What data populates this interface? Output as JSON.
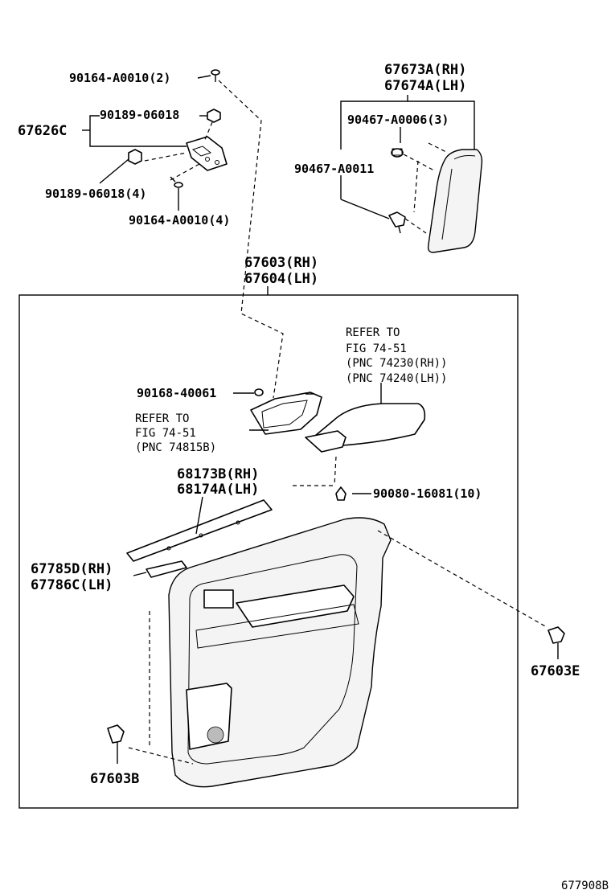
{
  "figure_id": "677908B",
  "labels": {
    "screw_top": "90164-A0010(2)",
    "clip_top": "90189-06018",
    "bracket": "67626C",
    "clip_bottom": "90189-06018(4)",
    "screw_bottom": "90164-A0010(4)",
    "pad_rh": "67673A(RH)",
    "pad_lh": "67674A(LH)",
    "clip_pad_3": "90467-A0006(3)",
    "clip_pad": "90467-A0011",
    "trim_rh": "67603(RH)",
    "trim_lh": "67604(LH)",
    "refer_to_1": "REFER TO",
    "fig_1": "FIG 74-51",
    "pnc_rh": "(PNC 74230(RH))",
    "pnc_lh": "(PNC 74240(LH))",
    "nut": "90168-40061",
    "refer_to_2": "REFER TO",
    "fig_2": "FIG 74-51",
    "pnc_2": "(PNC 74815B)",
    "weather_rh": "68173B(RH)",
    "weather_lh": "68174A(LH)",
    "screw_10": "90080-16081(10)",
    "cover_rh": "67785D(RH)",
    "cover_lh": "67786C(LH)",
    "clip_e": "67603E",
    "clip_b": "67603B"
  }
}
